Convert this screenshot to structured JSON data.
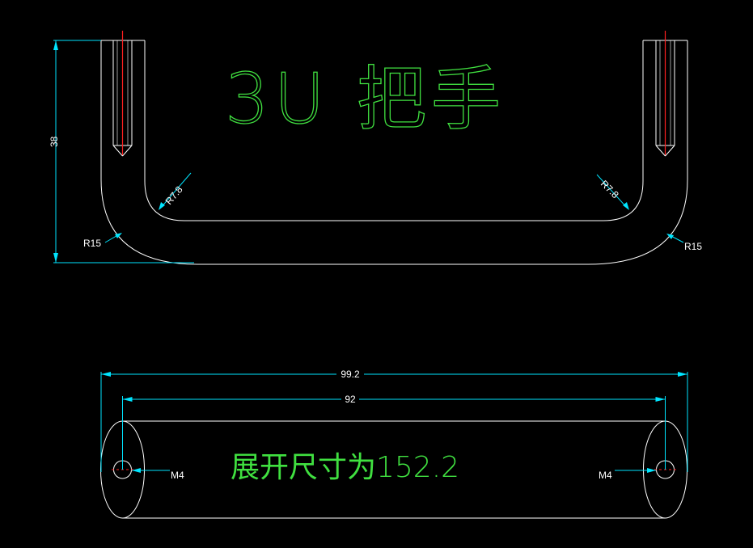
{
  "drawing": {
    "title": "3U 把手",
    "note": "展开尺寸为152.2",
    "colors": {
      "background": "#000000",
      "outline": "#ffffff",
      "dimension": "#00e5ff",
      "annotation": "#40e040",
      "centerline": "#ff2020"
    }
  },
  "dimensions": {
    "height": "38",
    "radius_inner_left": "R7.8",
    "radius_inner_right": "R7.8",
    "radius_outer_left": "R15",
    "radius_outer_right": "R15",
    "overall_width": "99.2",
    "hole_spacing": "92",
    "thread_left": "M4",
    "thread_right": "M4"
  }
}
